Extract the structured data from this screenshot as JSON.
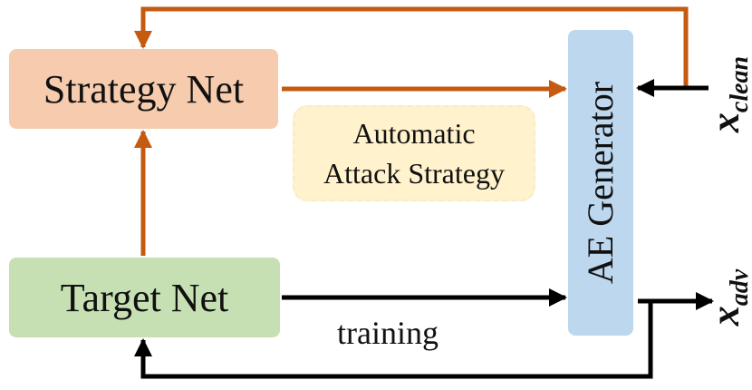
{
  "nodes": {
    "strategy_net": {
      "label": "Strategy Net",
      "color": "#f7cbad"
    },
    "target_net": {
      "label": "Target Net",
      "color": "#c6e0b4"
    },
    "ae_generator": {
      "label": "AE Generator",
      "color": "#bdd7ee"
    }
  },
  "annotation": {
    "line1": "Automatic",
    "line2": "Attack Strategy",
    "color": "#fff2cc"
  },
  "edges": {
    "training_label": "training",
    "feedback_color": "#c55a11",
    "data_color": "#000000"
  },
  "external_inputs": {
    "clean": {
      "base": "x",
      "subscript": "clean"
    },
    "adv": {
      "base": "x",
      "subscript": "adv"
    }
  }
}
